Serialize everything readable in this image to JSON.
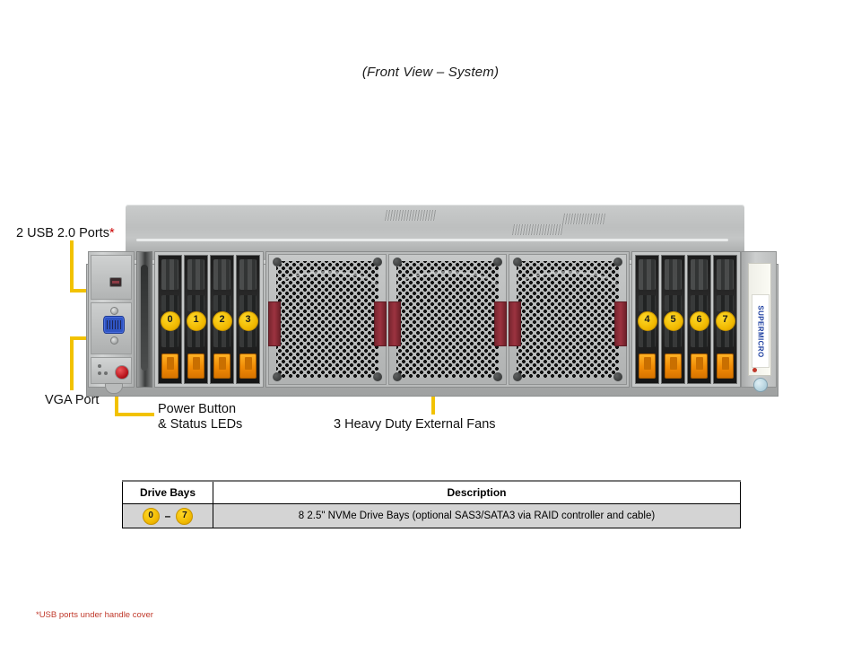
{
  "title": "(Front View – System)",
  "callouts": {
    "usb": {
      "text": "2 USB 2.0 Ports",
      "asterisk": "*"
    },
    "vga": {
      "text": "VGA Port"
    },
    "power": {
      "line1": "Power Button",
      "line2": "& Status LEDs"
    },
    "fans": {
      "text": "3 Heavy Duty External Fans"
    }
  },
  "server": {
    "brand_badge": "SUPERMICRO",
    "drive_bays_left": [
      "0",
      "1",
      "2",
      "3"
    ],
    "drive_bays_right": [
      "4",
      "5",
      "6",
      "7"
    ],
    "fan_count": 3
  },
  "table": {
    "headers": [
      "Drive Bays",
      "Description"
    ],
    "rows": [
      {
        "bay_start": "0",
        "bay_dash": "–",
        "bay_end": "7",
        "description": "8 2.5\" NVMe Drive Bays (optional SAS3/SATA3 via RAID controller and cable)"
      }
    ]
  },
  "footnote": "*USB ports under handle cover",
  "colors": {
    "callout_line": "#f2c200",
    "bay_circle": "#f0b800",
    "latch": "#f08a05",
    "power_button": "#b00d15",
    "vga_connector": "#2f55c4",
    "fan_handle": "#9c3340",
    "footnote_text": "#c0392b",
    "table_row_bg": "#d4d4d4"
  }
}
